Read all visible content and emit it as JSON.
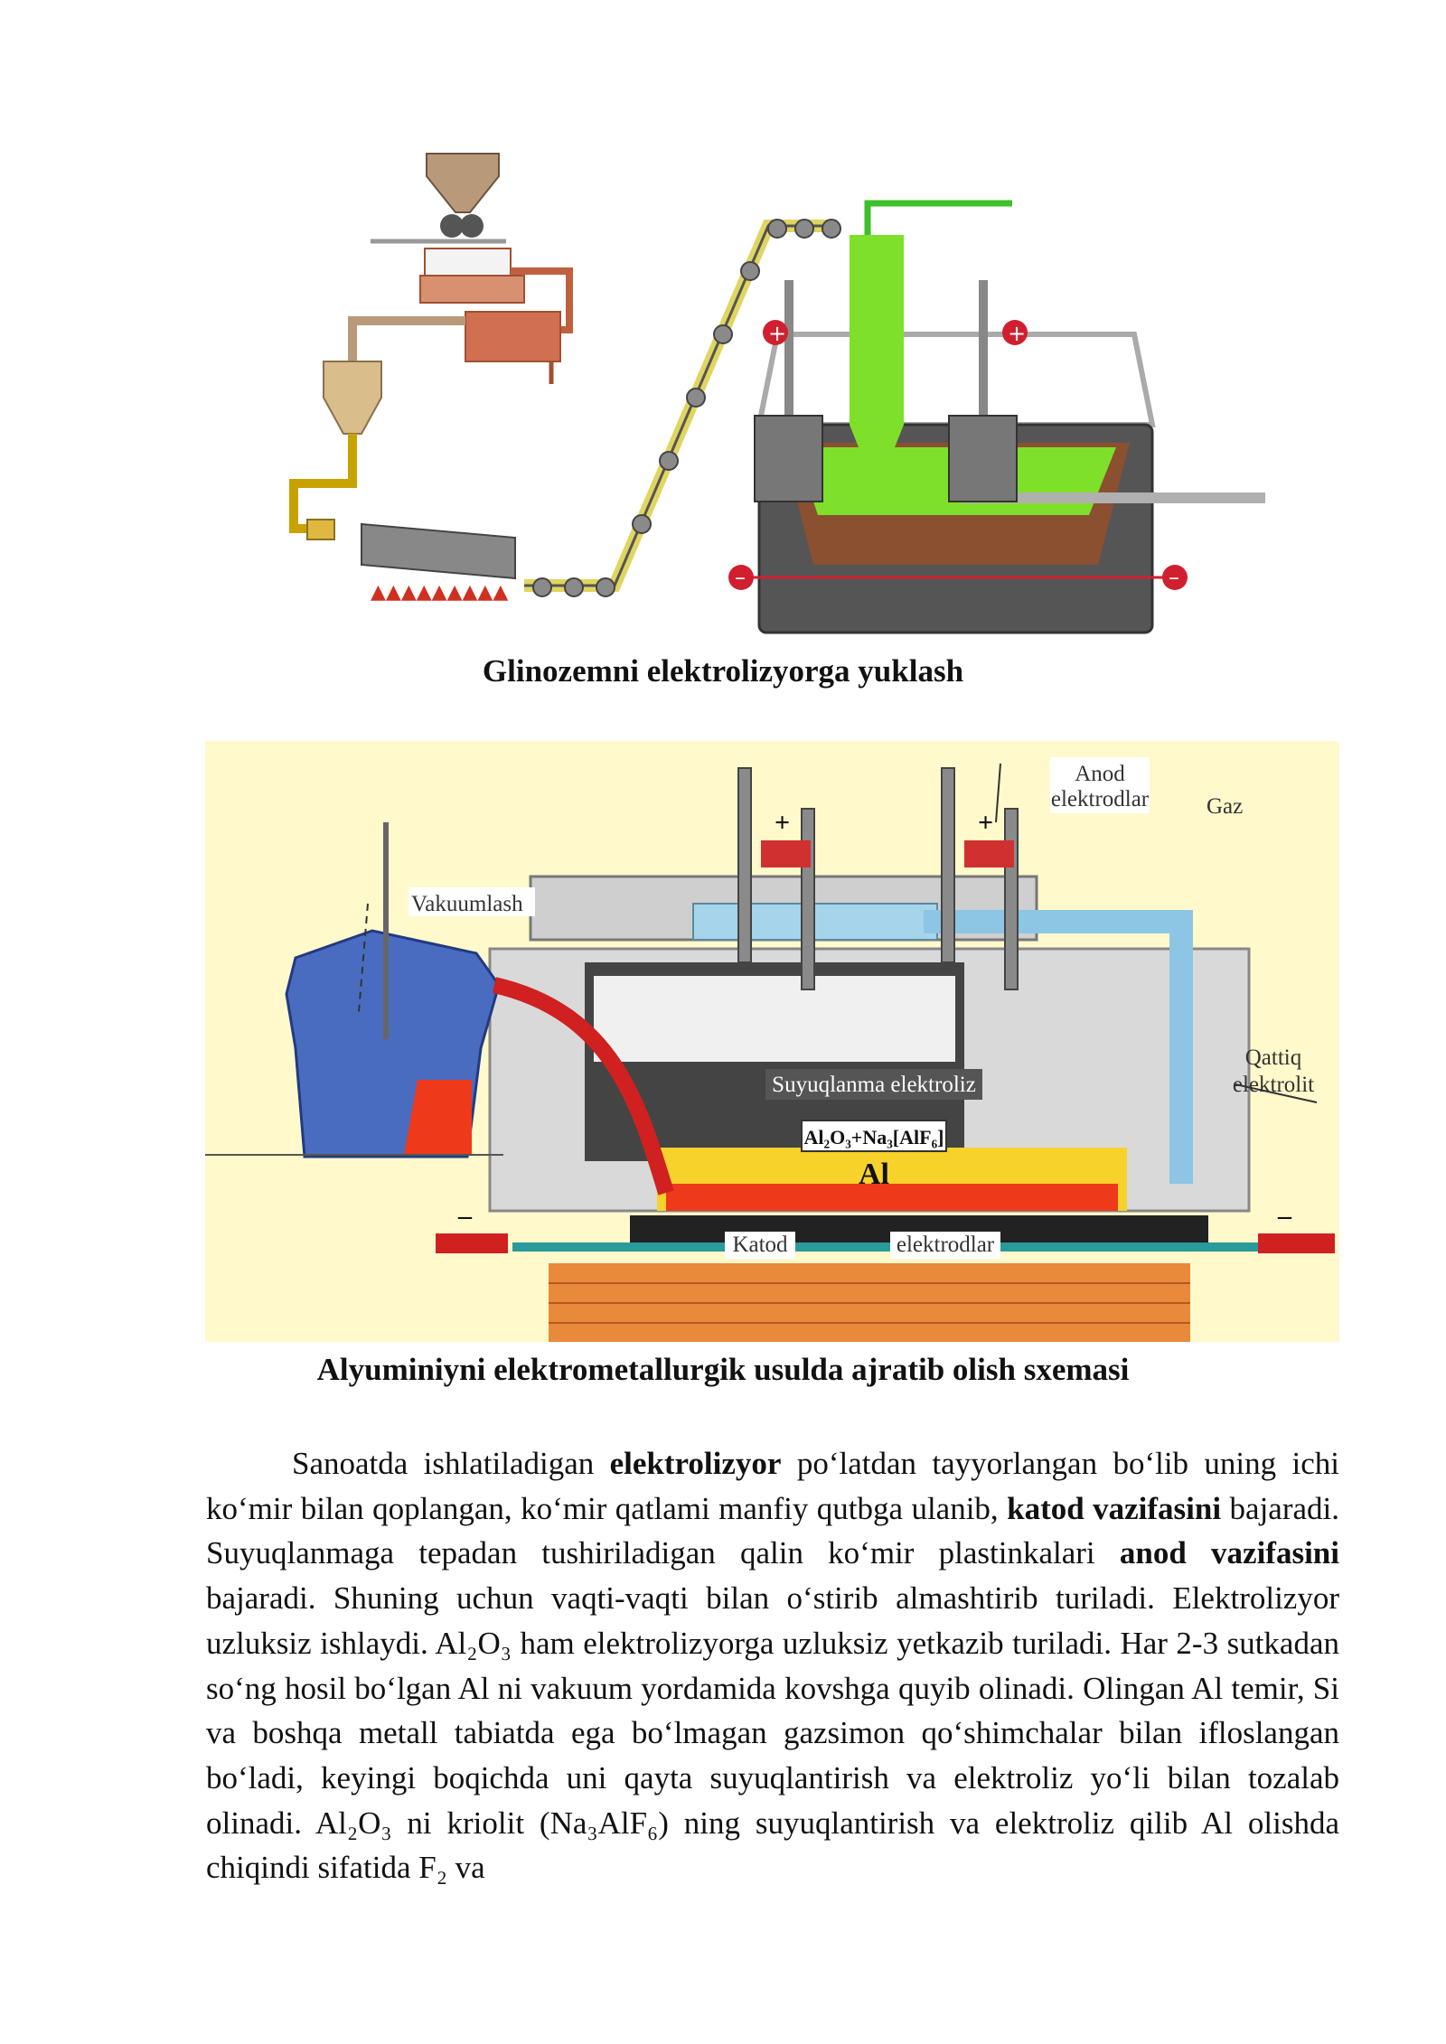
{
  "figure1": {
    "caption": "Glinozemni elektrolizyorga yuklash"
  },
  "figure2": {
    "caption": "Alyuminiyni elektrometallurgik usulda ajratib olish sxemasi",
    "labels": {
      "anod_line1": "Anod",
      "anod_line2": "elektrodlar",
      "gaz": "Gaz",
      "vakuumlash": "Vakuumlash",
      "qattiq_line1": "Qattiq",
      "qattiq_line2": "elektrolit",
      "suyuqlanma": "Suyuqlanma elektroliz",
      "formula": "Al₂O₃+Na₃[AlF₆]",
      "al": "Al",
      "katod": "Katod",
      "elektrodlar": "elektrodlar",
      "plus": "+",
      "minus": "–"
    }
  },
  "paragraph": {
    "t1": "Sanoatda ishlatiladigan ",
    "b1": "elektrolizyor",
    "t2": " po‘latdan tayyorlangan bo‘lib uning ichi ko‘mir bilan qoplangan, ko‘mir qatlami manfiy qutbga ulanib, ",
    "b2": "katod vazifasini",
    "t3": " bajaradi. Suyuqlanmaga tepadan tushiriladigan qalin ko‘mir plastinkalari ",
    "b3": "anod vazifasini",
    "t4": "  bajaradi. Shuning uchun vaqti-vaqti bilan o‘stirib almashtirib turiladi. Elektrolizyor uzluksiz ishlaydi. Al₂O₃ ham elektrolizyorga uzluksiz yetkazib turiladi. Har 2-3 sutkadan so‘ng hosil bo‘lgan Al ni vakuum yordamida kovshga quyib olinadi. Olingan Al temir, Si va boshqa metall tabiatda ega bo‘lmagan gazsimon qo‘shimchalar bilan ifloslangan bo‘ladi, keyingi boqichda uni qayta suyuqlantirish va elektroliz yo‘li bilan tozalab olinadi. Al₂O₃ ni kriolit (Na₃AlF₆) ning suyuqlantirish va elektroliz qilib Al olishda chiqindi sifatida F₂ va"
  }
}
